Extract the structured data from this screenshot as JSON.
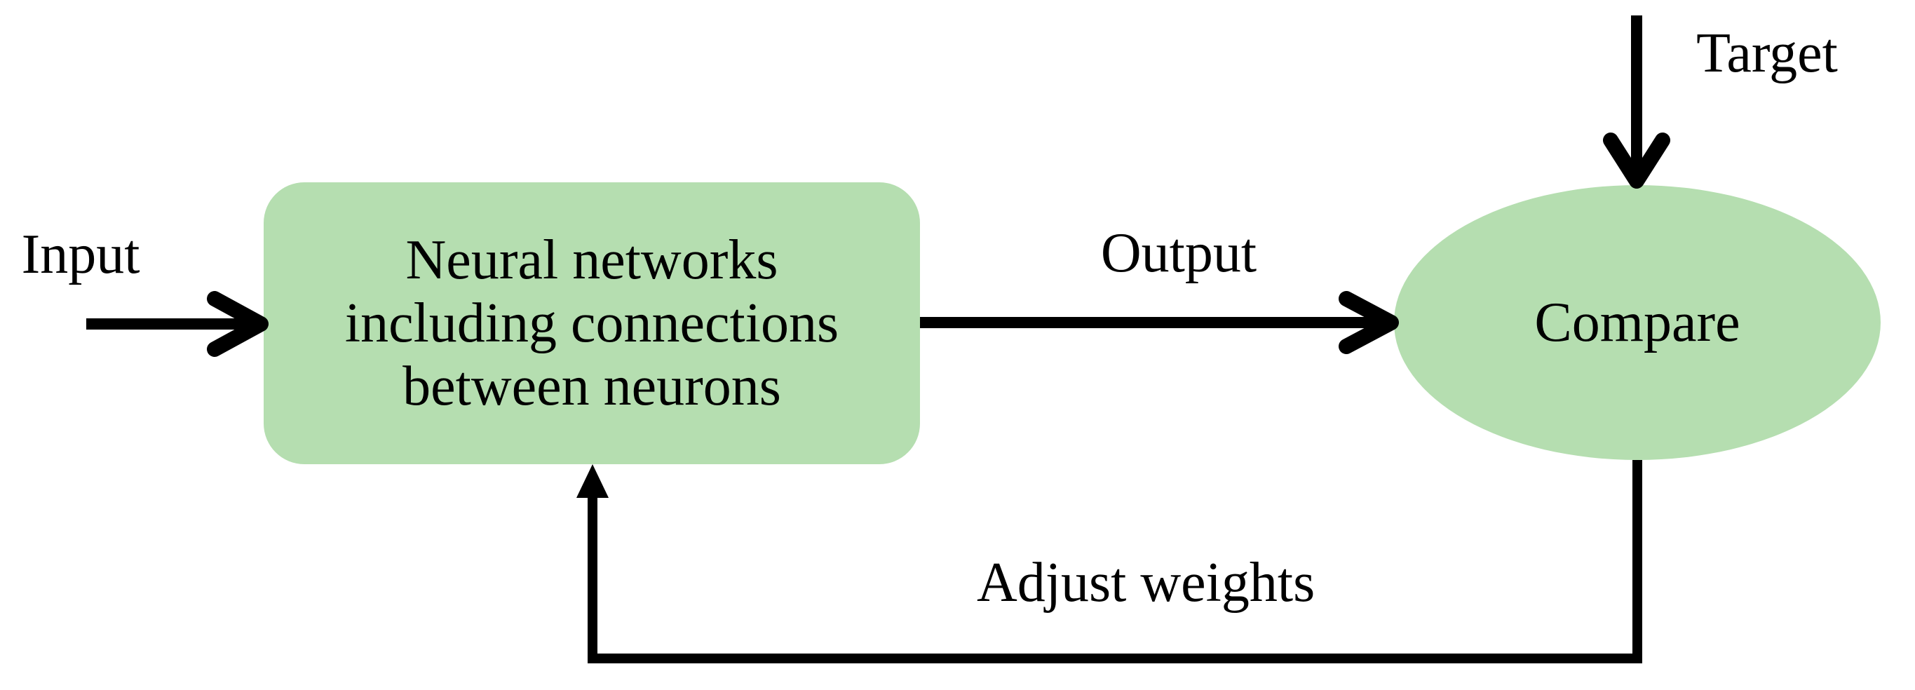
{
  "figure": {
    "background_color": "#ffffff",
    "node_fill_color": "#b5deb0",
    "line_color": "#000000",
    "text_color": "#000000"
  },
  "nodes": {
    "network_box": {
      "lines": [
        "Neural networks",
        "including connections",
        "between neurons"
      ]
    },
    "compare_ellipse": {
      "label": "Compare"
    }
  },
  "labels": {
    "input": "Input",
    "output": "Output",
    "target": "Target",
    "adjust_weights": "Adjust weights"
  }
}
